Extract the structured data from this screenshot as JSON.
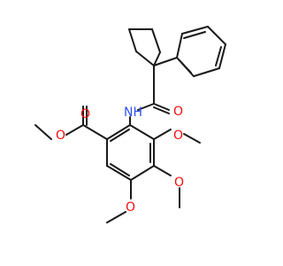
{
  "molecule": {
    "atoms": {
      "o_ester_carbonyl": "O",
      "o_ester_single": "O",
      "nh": "NH",
      "o_amide": "O",
      "o_methoxy_3": "O",
      "o_methoxy_4": "O",
      "o_methoxy_5": "O"
    }
  },
  "colors": {
    "oxygen": "#ff0d0d",
    "nitrogen": "#3050f8",
    "bond": "#1a1a1a",
    "background": "#ffffff"
  }
}
